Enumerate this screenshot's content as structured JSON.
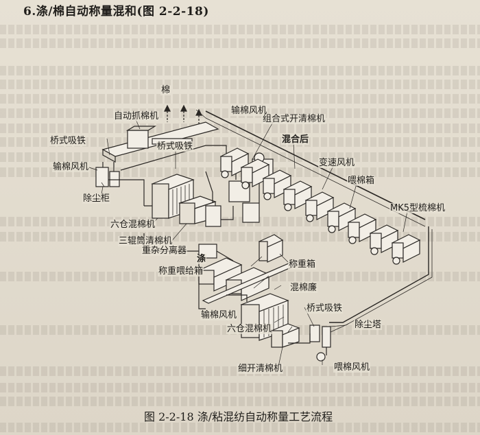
{
  "heading": "6.涤/棉自动称量混和(图 2-2-18)",
  "caption": "图 2-2-18   涤/粘混纺自动称量工艺流程",
  "labels": {
    "cotton": "棉",
    "auto_plucker": "自动抓棉机",
    "bridge_magnet_1": "桥式吸铁",
    "conveyor_fan_1": "输棉风机",
    "dust_cabinet": "除尘柜",
    "six_bin_mixer_1": "六仓混棉机",
    "three_roller_cleaner": "三辊筒清棉机",
    "bridge_magnet_2": "桥式吸铁",
    "conveyor_fan_2": "输棉风机",
    "combined_opener": "组合式开清棉机",
    "after_mixing": "混合后",
    "variable_speed_fan": "变速风机",
    "feed_box": "喂棉箱",
    "carding_machine": "MK5型梳棉机",
    "heavy_separator": "重杂分离器",
    "polyester": "涤",
    "weighing_box": "称重箱",
    "weighing_feed_box": "称重喂给箱",
    "mixing_conveyor": "混棉廉",
    "bridge_magnet_3": "桥式吸铁",
    "conveyor_fan_3": "输棉风机",
    "six_bin_mixer_2": "六仓混棉机",
    "dust_tower": "除尘塔",
    "fine_opener": "细开清棉机",
    "feed_fan": "喂棉风机"
  }
}
